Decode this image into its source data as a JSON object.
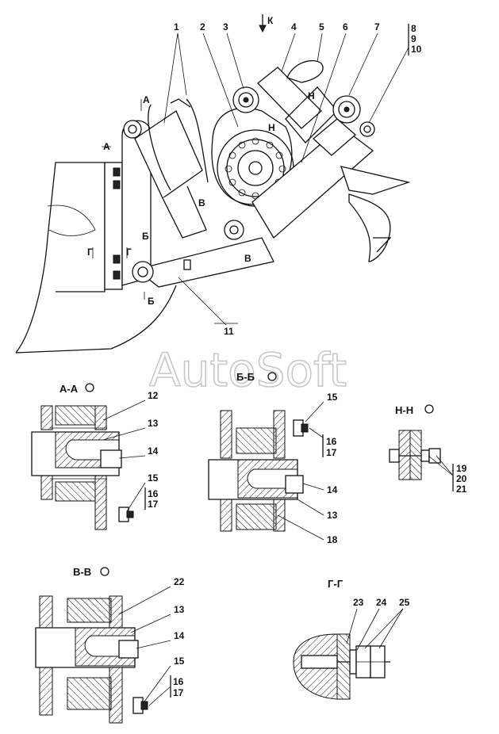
{
  "watermark": "AutoSoft",
  "view_label": "К",
  "main_callouts": [
    "1",
    "2",
    "3",
    "4",
    "5",
    "6",
    "7",
    "8",
    "9",
    "10",
    "11"
  ],
  "main_section_marks": [
    "А",
    "А",
    "Б",
    "Б",
    "В",
    "В",
    "Г",
    "Г",
    "Н",
    "Н"
  ],
  "sections": {
    "aa": {
      "title": "А-А",
      "callouts": [
        "12",
        "13",
        "14",
        "15",
        "16",
        "17"
      ]
    },
    "bb": {
      "title": "Б-Б",
      "callouts": [
        "15",
        "16",
        "17",
        "14",
        "13",
        "18"
      ]
    },
    "hh": {
      "title": "Н-Н",
      "callouts": [
        "19",
        "20",
        "21"
      ]
    },
    "vv": {
      "title": "В-В",
      "callouts": [
        "22",
        "13",
        "14",
        "15",
        "16",
        "17"
      ]
    },
    "gg": {
      "title": "Г-Г",
      "callouts": [
        "23",
        "24",
        "25"
      ]
    }
  }
}
